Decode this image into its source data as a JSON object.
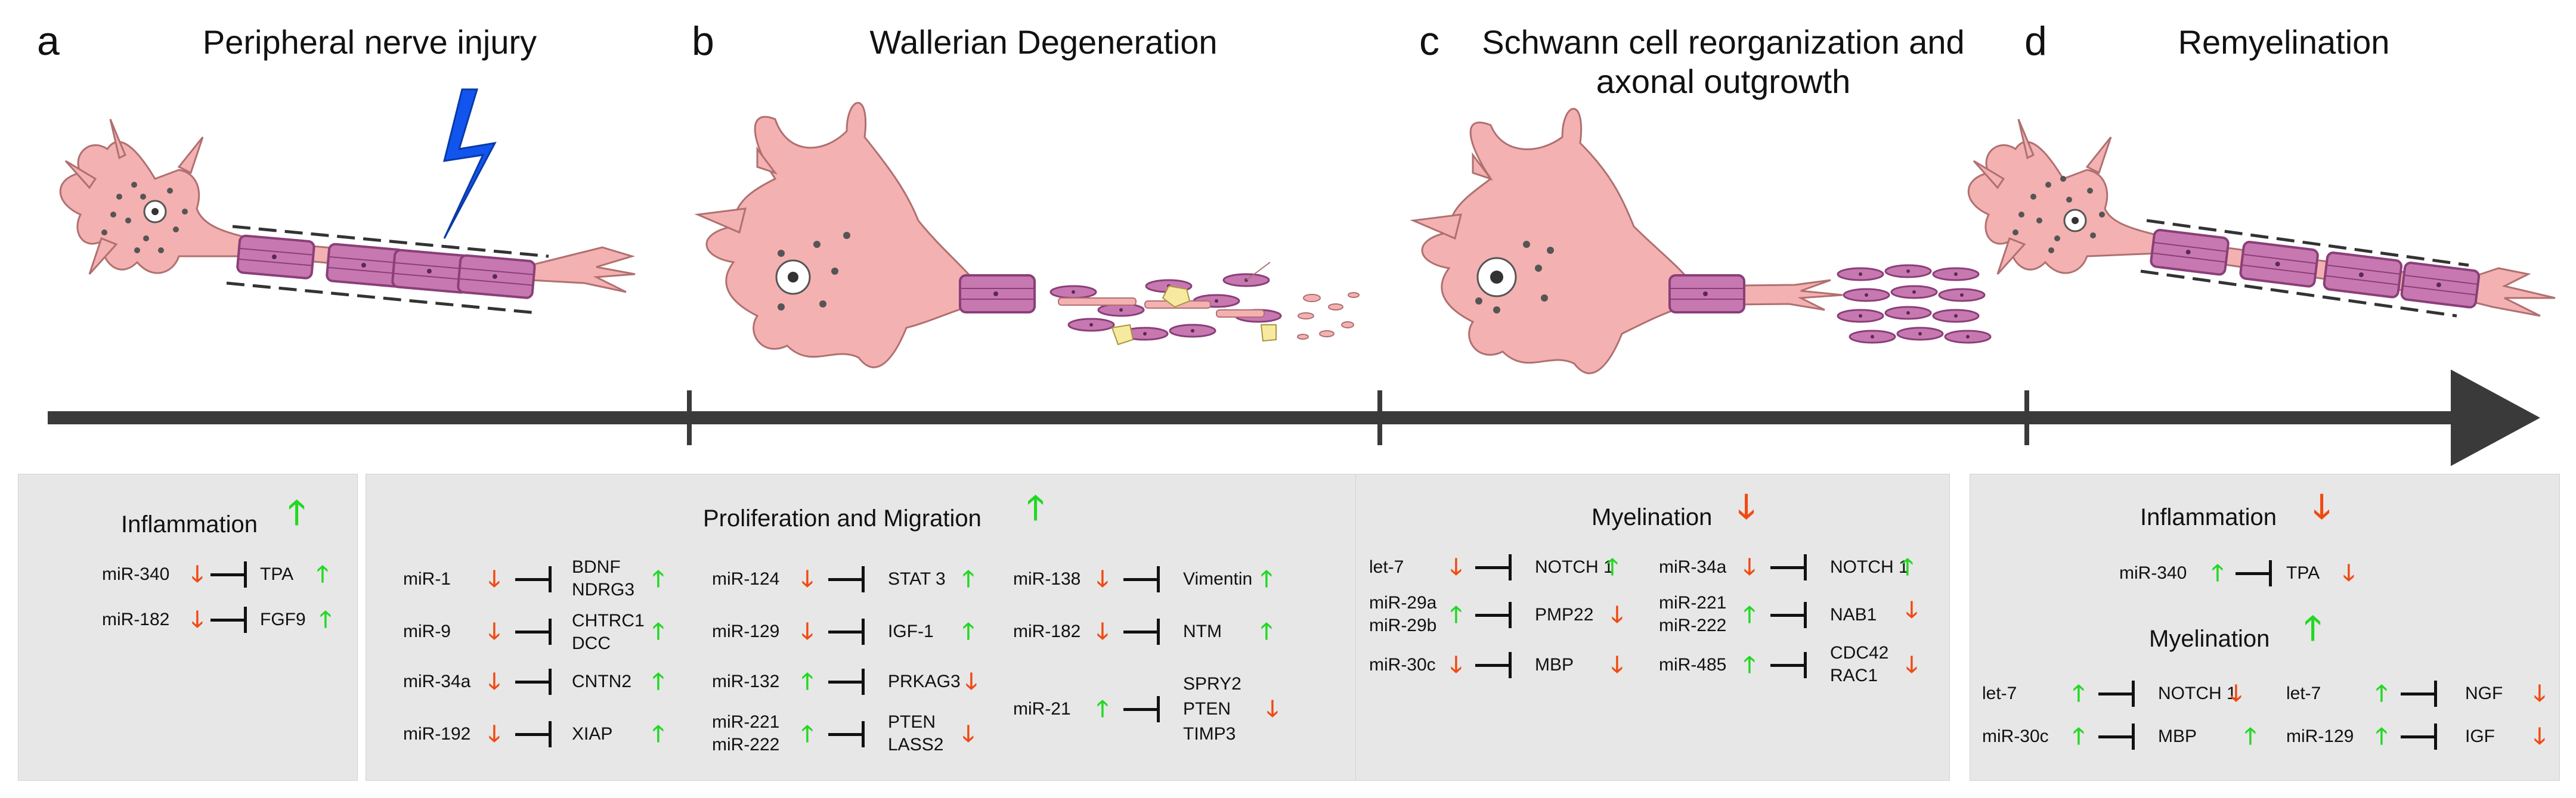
{
  "colors": {
    "up_arrow": "#22d822",
    "down_arrow": "#f04a12",
    "neuron": "#f4b1b1",
    "schwann": "#c878b0",
    "lightning": "#1155ee",
    "timeline": "#3a3a3a",
    "panel_bg": "#e7e7e7"
  },
  "icons": {
    "up": "green-up-arrow-icon",
    "down": "red-down-arrow-icon",
    "inhibit": "inhibition-bar-icon",
    "injury": "lightning-bolt-icon"
  },
  "stages": [
    {
      "letter": "a",
      "title": "Peripheral nerve injury"
    },
    {
      "letter": "b",
      "title": "Wallerian Degeneration"
    },
    {
      "letter": "c",
      "title": "Schwann cell reorganization and axonal outgrowth"
    },
    {
      "letter": "d",
      "title": "Remyelination"
    }
  ],
  "panel_a": {
    "heading": "Inflammation",
    "rows": [
      {
        "mirna": [
          "miR-340"
        ],
        "targets": [
          "TPA"
        ]
      },
      {
        "mirna": [
          "miR-182"
        ],
        "targets": [
          "FGF9"
        ]
      }
    ]
  },
  "panel_b": {
    "heading": "Proliferation and Migration",
    "col1": [
      {
        "mirna": [
          "miR-1"
        ],
        "targets": [
          "BDNF",
          "NDRG3"
        ]
      },
      {
        "mirna": [
          "miR-9"
        ],
        "targets": [
          "CHTRC1",
          "DCC"
        ]
      },
      {
        "mirna": [
          "miR-34a"
        ],
        "targets": [
          "CNTN2"
        ]
      },
      {
        "mirna": [
          "miR-192"
        ],
        "targets": [
          "XIAP"
        ]
      }
    ],
    "col2": [
      {
        "mirna": [
          "miR-124"
        ],
        "targets": [
          "STAT 3"
        ]
      },
      {
        "mirna": [
          "miR-129"
        ],
        "targets": [
          "IGF-1"
        ]
      },
      {
        "mirna": [
          "miR-132"
        ],
        "targets": [
          "PRKAG3"
        ]
      },
      {
        "mirna": [
          "miR-221",
          "miR-222"
        ],
        "targets": [
          "PTEN",
          "LASS2"
        ]
      }
    ],
    "col3": [
      {
        "mirna": [
          "miR-138"
        ],
        "targets": [
          "Vimentin"
        ]
      },
      {
        "mirna": [
          "miR-182"
        ],
        "targets": [
          "NTM"
        ]
      },
      {
        "mirna": [
          "miR-21"
        ],
        "targets": [
          "SPRY2",
          "PTEN",
          "TIMP3"
        ]
      }
    ]
  },
  "panel_c": {
    "heading": "Myelination",
    "col1": [
      {
        "mirna": [
          "let-7"
        ],
        "targets": [
          "NOTCH 1"
        ]
      },
      {
        "mirna": [
          "miR-29a",
          "miR-29b"
        ],
        "targets": [
          "PMP22"
        ]
      },
      {
        "mirna": [
          "miR-30c"
        ],
        "targets": [
          "MBP"
        ]
      }
    ],
    "col2": [
      {
        "mirna": [
          "miR-34a"
        ],
        "targets": [
          "NOTCH 1"
        ]
      },
      {
        "mirna": [
          "miR-221",
          "miR-222"
        ],
        "targets": [
          "NAB1"
        ]
      },
      {
        "mirna": [
          "miR-485"
        ],
        "targets": [
          "CDC42",
          "RAC1"
        ]
      }
    ]
  },
  "panel_d": {
    "heading1": "Inflammation",
    "row1": {
      "mirna": [
        "miR-340"
      ],
      "targets": [
        "TPA"
      ]
    },
    "heading2": "Myelination",
    "col1": [
      {
        "mirna": [
          "let-7"
        ],
        "targets": [
          "NOTCH 1"
        ]
      },
      {
        "mirna": [
          "miR-30c"
        ],
        "targets": [
          "MBP"
        ]
      }
    ],
    "col2": [
      {
        "mirna": [
          "let-7"
        ],
        "targets": [
          "NGF"
        ]
      },
      {
        "mirna": [
          "miR-129"
        ],
        "targets": [
          "IGF"
        ]
      }
    ]
  }
}
